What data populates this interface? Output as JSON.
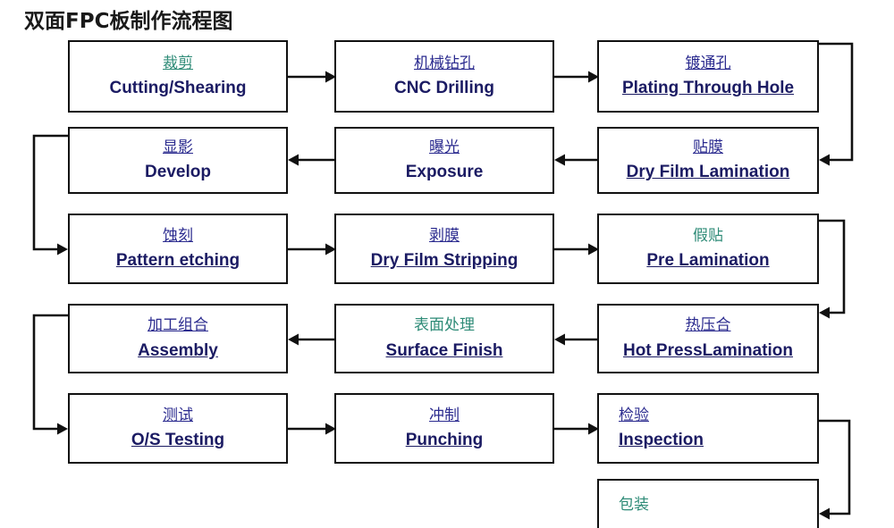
{
  "title": "双面FPC板制作流程图",
  "diagram": {
    "type": "flowchart",
    "orientation": "serpentine-rows",
    "columns": 3,
    "rows": 6,
    "colors": {
      "box_border": "#111111",
      "box_fill": "#ffffff",
      "chinese_label": "#2b2b8f",
      "chinese_label_accent": "#2e8b77",
      "english_label": "#1b1b63",
      "connector": "#111111",
      "title": "#1a1a1a"
    },
    "nodes": [
      {
        "id": "cutting",
        "cn": "裁剪",
        "en": "Cutting/Shearing",
        "cn_color": "teal",
        "row": 1,
        "col": 1
      },
      {
        "id": "drilling",
        "cn": "机械钻孔",
        "en": "CNC Drilling",
        "cn_color": "blue",
        "row": 1,
        "col": 2
      },
      {
        "id": "pth",
        "cn": "镀通孔",
        "en": "Plating Through Hole",
        "cn_color": "blue",
        "row": 1,
        "col": 3
      },
      {
        "id": "develop",
        "cn": "显影",
        "en": "Develop",
        "cn_color": "blue",
        "row": 2,
        "col": 1
      },
      {
        "id": "exposure",
        "cn": "曝光",
        "en": "Exposure",
        "cn_color": "blue",
        "row": 2,
        "col": 2
      },
      {
        "id": "dryfilmlam",
        "cn": "贴膜",
        "en": "Dry Film Lamination",
        "cn_color": "blue",
        "row": 2,
        "col": 3
      },
      {
        "id": "etching",
        "cn": "蚀刻",
        "en": "Pattern etching",
        "cn_color": "blue",
        "row": 3,
        "col": 1
      },
      {
        "id": "stripping",
        "cn": "剥膜",
        "en": "Dry Film Stripping",
        "cn_color": "blue",
        "row": 3,
        "col": 2
      },
      {
        "id": "prelam",
        "cn": "假贴",
        "en": " Pre Lamination",
        "cn_color": "teal",
        "row": 3,
        "col": 3
      },
      {
        "id": "assembly",
        "cn": "加工组合",
        "en": "Assembly",
        "cn_color": "blue",
        "row": 4,
        "col": 1
      },
      {
        "id": "surface",
        "cn": "表面处理",
        "en": "Surface  Finish",
        "cn_color": "teal",
        "row": 4,
        "col": 2
      },
      {
        "id": "hotpress",
        "cn": "热压合",
        "en": "Hot PressLamination",
        "cn_color": "blue",
        "row": 4,
        "col": 3
      },
      {
        "id": "ostesting",
        "cn": "测试",
        "en": "O/S Testing",
        "cn_color": "blue",
        "row": 5,
        "col": 1
      },
      {
        "id": "punching",
        "cn": "冲制",
        "en": "Punching",
        "cn_color": "blue",
        "row": 5,
        "col": 2
      },
      {
        "id": "inspection",
        "cn": "检验",
        "en": "Inspection",
        "cn_color": "blue",
        "row": 5,
        "col": 3
      },
      {
        "id": "packing",
        "cn": "包装",
        "en": "",
        "cn_color": "teal",
        "row": 6,
        "col": 3
      }
    ],
    "edges": [
      {
        "from": "cutting",
        "to": "drilling",
        "kind": "straight-right"
      },
      {
        "from": "drilling",
        "to": "pth",
        "kind": "straight-right"
      },
      {
        "from": "pth",
        "to": "dryfilmlam",
        "kind": "wrap-right"
      },
      {
        "from": "dryfilmlam",
        "to": "exposure",
        "kind": "straight-left"
      },
      {
        "from": "exposure",
        "to": "develop",
        "kind": "straight-left"
      },
      {
        "from": "develop",
        "to": "etching",
        "kind": "wrap-left"
      },
      {
        "from": "etching",
        "to": "stripping",
        "kind": "straight-right"
      },
      {
        "from": "stripping",
        "to": "prelam",
        "kind": "straight-right"
      },
      {
        "from": "prelam",
        "to": "hotpress",
        "kind": "wrap-right"
      },
      {
        "from": "hotpress",
        "to": "surface",
        "kind": "straight-left"
      },
      {
        "from": "surface",
        "to": "assembly",
        "kind": "straight-left"
      },
      {
        "from": "assembly",
        "to": "ostesting",
        "kind": "wrap-left"
      },
      {
        "from": "ostesting",
        "to": "punching",
        "kind": "straight-right"
      },
      {
        "from": "punching",
        "to": "inspection",
        "kind": "straight-right"
      },
      {
        "from": "inspection",
        "to": "packing",
        "kind": "wrap-right"
      }
    ]
  }
}
